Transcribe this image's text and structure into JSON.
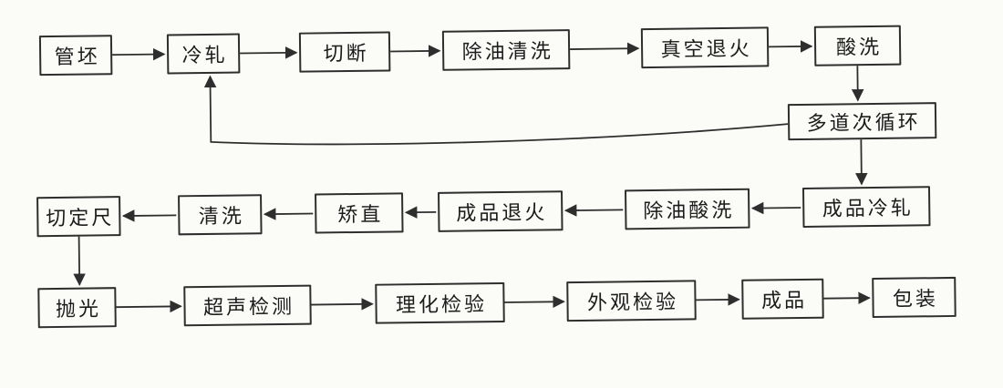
{
  "diagram_title": "",
  "nodes": {
    "tube_billet": {
      "label": "管坯"
    },
    "cold_rolling": {
      "label": "冷轧"
    },
    "cutting": {
      "label": "切断"
    },
    "degrease_cleaning": {
      "label": "除油清洗"
    },
    "vacuum_annealing": {
      "label": "真空退火"
    },
    "acid_pickling": {
      "label": "酸洗"
    },
    "multi_pass_cycle": {
      "label": "多道次循环"
    },
    "product_cold_rolling": {
      "label": "成品冷轧"
    },
    "degrease_pickling": {
      "label": "除油酸洗"
    },
    "product_annealing": {
      "label": "成品退火"
    },
    "straightening": {
      "label": "矫直"
    },
    "cleaning": {
      "label": "清洗"
    },
    "cut_to_length": {
      "label": "切定尺"
    },
    "polishing": {
      "label": "抛光"
    },
    "ultrasonic_testing": {
      "label": "超声检测"
    },
    "physchem_inspection": {
      "label": "理化检验"
    },
    "visual_inspection": {
      "label": "外观检验"
    },
    "finished_product": {
      "label": "成品"
    },
    "packaging": {
      "label": "包装"
    }
  },
  "edges": [
    {
      "from": "tube_billet",
      "to": "cold_rolling"
    },
    {
      "from": "cold_rolling",
      "to": "cutting"
    },
    {
      "from": "cutting",
      "to": "degrease_cleaning"
    },
    {
      "from": "degrease_cleaning",
      "to": "vacuum_annealing"
    },
    {
      "from": "vacuum_annealing",
      "to": "acid_pickling"
    },
    {
      "from": "acid_pickling",
      "to": "multi_pass_cycle"
    },
    {
      "from": "multi_pass_cycle",
      "to": "cold_rolling"
    },
    {
      "from": "multi_pass_cycle",
      "to": "product_cold_rolling"
    },
    {
      "from": "product_cold_rolling",
      "to": "degrease_pickling"
    },
    {
      "from": "degrease_pickling",
      "to": "product_annealing"
    },
    {
      "from": "product_annealing",
      "to": "straightening"
    },
    {
      "from": "straightening",
      "to": "cleaning"
    },
    {
      "from": "cleaning",
      "to": "cut_to_length"
    },
    {
      "from": "cut_to_length",
      "to": "polishing"
    },
    {
      "from": "polishing",
      "to": "ultrasonic_testing"
    },
    {
      "from": "ultrasonic_testing",
      "to": "physchem_inspection"
    },
    {
      "from": "physchem_inspection",
      "to": "visual_inspection"
    },
    {
      "from": "visual_inspection",
      "to": "finished_product"
    },
    {
      "from": "finished_product",
      "to": "packaging"
    }
  ],
  "colors": {
    "background": "#fbfbf8",
    "line": "#2e2e2e",
    "text": "#1b1b1b"
  }
}
